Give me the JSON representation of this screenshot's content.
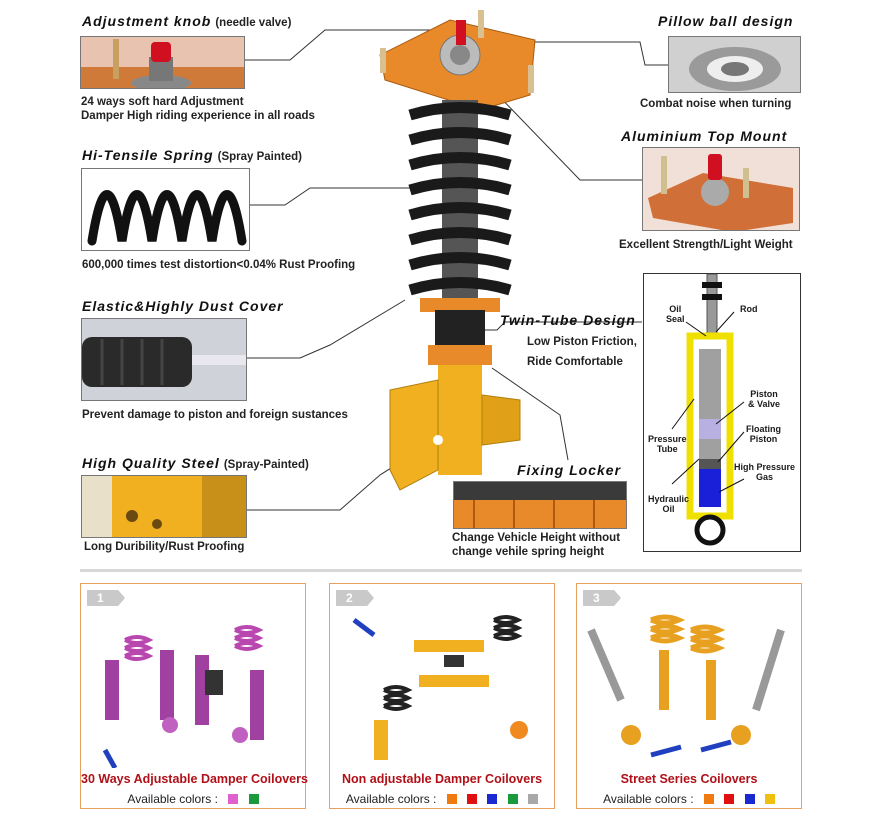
{
  "features": {
    "adjustment_knob": {
      "title": "Adjustment knob",
      "note": "(needle valve)",
      "desc1": "24 ways soft hard Adjustment",
      "desc2": "Damper High riding experience in all roads"
    },
    "spring": {
      "title": "Hi-Tensile Spring",
      "note": "(Spray Painted)",
      "desc": "600,000 times test distortion<0.04% Rust Proofing"
    },
    "dust_cover": {
      "title": "Elastic&Highly Dust Cover",
      "desc": "Prevent damage to piston and foreign sustances"
    },
    "steel": {
      "title": "High Quality Steel",
      "note": "(Spray-Painted)",
      "desc": "Long Duribility/Rust Proofing"
    },
    "pillow_ball": {
      "title": "Pillow ball design",
      "desc": "Combat  noise when turning"
    },
    "top_mount": {
      "title": "Aluminium Top Mount",
      "desc": "Excellent Strength/Light Weight"
    },
    "twin_tube": {
      "title": "Twin-Tube Design",
      "desc1": "Low Piston Friction,",
      "desc2": "Ride Comfortable"
    },
    "fixing_locker": {
      "title": "Fixing Locker",
      "desc1": "Change Vehicle Height without",
      "desc2": "change vehile spring height"
    }
  },
  "diagram": {
    "labels": {
      "oil_seal1": "Oil",
      "oil_seal2": "Seal",
      "rod": "Rod",
      "piston1": "Piston",
      "piston2": "& Valve",
      "pressure_tube1": "Pressure",
      "pressure_tube2": "Tube",
      "floating1": "Floating",
      "floating2": "Piston",
      "high_pressure1": "High Pressure",
      "high_pressure2": "Gas",
      "hydraulic1": "Hydraulic",
      "hydraulic2": "Oil"
    }
  },
  "products": [
    {
      "number": "1",
      "title": "30 Ways Adjustable Damper Coilovers",
      "colors_label": "Available colors :",
      "colors": [
        "#e060d0",
        "#1a9a3a"
      ]
    },
    {
      "number": "2",
      "title": "Non adjustable Damper Coilovers",
      "colors_label": "Available colors :",
      "colors": [
        "#f07a10",
        "#e01010",
        "#1a2ad0",
        "#1a9a3a",
        "#a8a8a8"
      ]
    },
    {
      "number": "3",
      "title": "Street Series Coilovers",
      "colors_label": "Available colors :",
      "colors": [
        "#f07a10",
        "#e01010",
        "#1a2ad0",
        "#f0c010"
      ]
    }
  ],
  "colors": {
    "accent_orange": "#e8892a",
    "title_red": "#b01018",
    "gold": "#f0b020"
  }
}
